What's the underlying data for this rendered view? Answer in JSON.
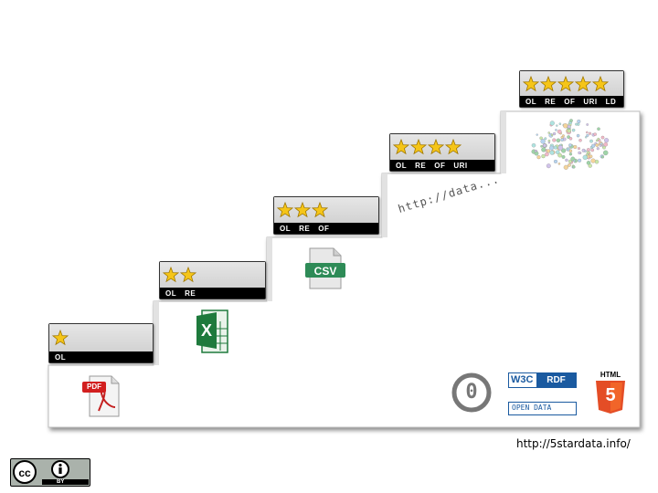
{
  "badges": [
    {
      "stars": 1,
      "labels": [
        "OL"
      ]
    },
    {
      "stars": 2,
      "labels": [
        "OL",
        "RE"
      ]
    },
    {
      "stars": 3,
      "labels": [
        "OL",
        "RE",
        "OF"
      ]
    },
    {
      "stars": 4,
      "labels": [
        "OL",
        "RE",
        "OF",
        "URI"
      ]
    },
    {
      "stars": 5,
      "labels": [
        "OL",
        "RE",
        "OF",
        "URI",
        "LD"
      ]
    }
  ],
  "icons": {
    "pdf_label": "PDF",
    "csv_label": "CSV",
    "url_snippet": "http://data...",
    "w3c_label": "W3C",
    "rdf_label": "RDF",
    "opendata_label": "OPEN DATA",
    "html_label": "HTML",
    "html_version": "5",
    "zero_label": "0"
  },
  "footer": {
    "url": "http://5stardata.info/",
    "license_by": "BY"
  },
  "colors": {
    "star": "#f5c518",
    "badge_bar": "#000000",
    "excel_green": "#1e7a3c",
    "csv_green": "#2e8b57",
    "pdf_red": "#d21f1f",
    "html5_orange": "#e44d26",
    "w3c_blue": "#1a5aa0"
  }
}
